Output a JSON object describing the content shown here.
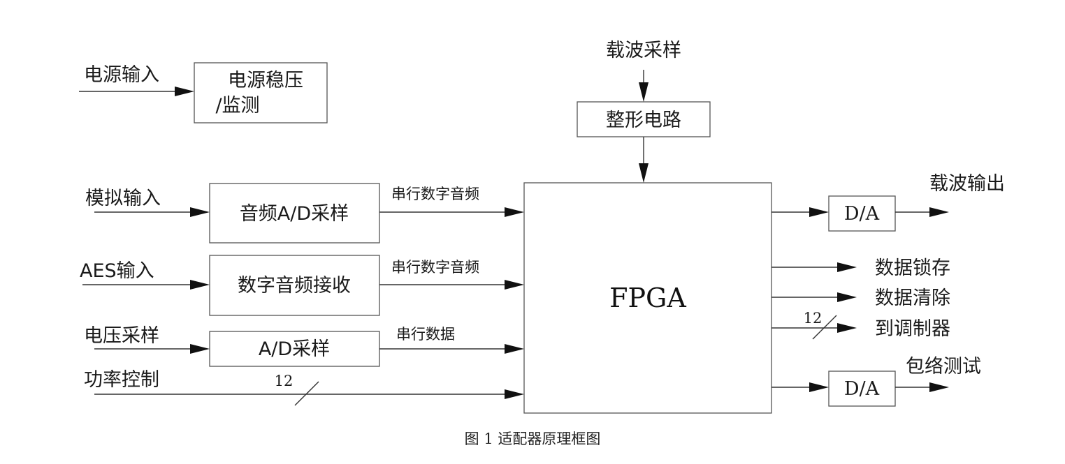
{
  "blocks": {
    "power": [
      "电源稳压",
      "/监测"
    ],
    "shaping": "整形电路",
    "audio_ad": "音频A/D采样",
    "digital_rx": "数字音频接收",
    "ad": "A/D采样",
    "fpga": "FPGA",
    "da_top": "D/A",
    "da_bottom": "D/A"
  },
  "inputs": {
    "power": "电源输入",
    "carrier_sample": "载波采样",
    "analog": "模拟输入",
    "aes": "AES输入",
    "voltage": "电压采样",
    "power_control": "功率控制"
  },
  "signals": {
    "serial_audio_1": "串行数字音频",
    "serial_audio_2": "串行数字音频",
    "serial_data": "串行数据",
    "bus_width_in": "12",
    "bus_width_out": "12"
  },
  "outputs": {
    "carrier_out": "载波输出",
    "data_latch": "数据锁存",
    "data_clear": "数据清除",
    "to_modulator": "到调制器",
    "envelope_test": "包络测试"
  },
  "caption": "图 1 适配器原理框图"
}
